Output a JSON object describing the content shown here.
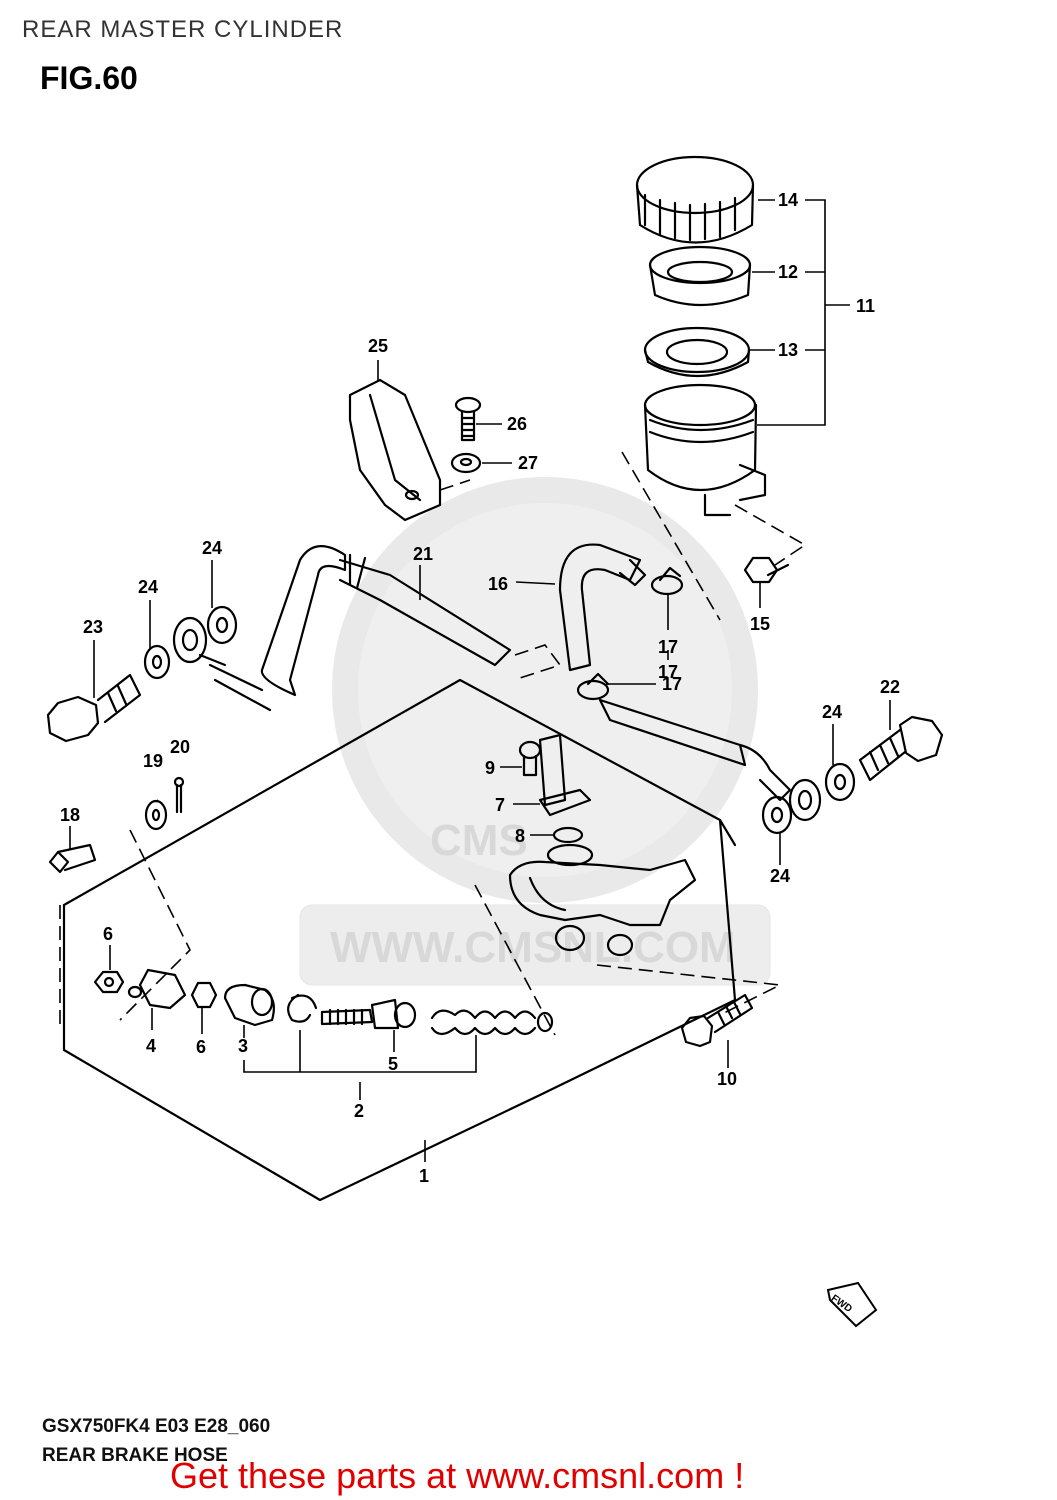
{
  "page": {
    "header": "REAR MASTER CYLINDER",
    "figure": "FIG.60",
    "footer_code": "GSX750FK4 E03 E28_060",
    "footer_section": "REAR BRAKE  HOSE",
    "promo": "Get these parts at www.cmsnl.com !",
    "promo_color": "#e00000",
    "watermark": "WWW.CMSNL.COM",
    "watermark_logo": "CMS",
    "fwd_marker": "FWD"
  },
  "callouts": [
    {
      "id": "c14",
      "label": "14"
    },
    {
      "id": "c12",
      "label": "12"
    },
    {
      "id": "c11",
      "label": "11"
    },
    {
      "id": "c13",
      "label": "13"
    },
    {
      "id": "c25",
      "label": "25"
    },
    {
      "id": "c26",
      "label": "26"
    },
    {
      "id": "c27",
      "label": "27"
    },
    {
      "id": "c24a",
      "label": "24"
    },
    {
      "id": "c21",
      "label": "21"
    },
    {
      "id": "c16",
      "label": "16"
    },
    {
      "id": "c15",
      "label": "15"
    },
    {
      "id": "c24b",
      "label": "24"
    },
    {
      "id": "c23",
      "label": "23"
    },
    {
      "id": "c17a",
      "label": "17"
    },
    {
      "id": "c17b",
      "label": "17"
    },
    {
      "id": "c17c",
      "label": "17"
    },
    {
      "id": "c22",
      "label": "22"
    },
    {
      "id": "c24c",
      "label": "24"
    },
    {
      "id": "c20",
      "label": "20"
    },
    {
      "id": "c19",
      "label": "19"
    },
    {
      "id": "c9",
      "label": "9"
    },
    {
      "id": "c18",
      "label": "18"
    },
    {
      "id": "c7",
      "label": "7"
    },
    {
      "id": "c8",
      "label": "8"
    },
    {
      "id": "c24d",
      "label": "24"
    },
    {
      "id": "c6a",
      "label": "6"
    },
    {
      "id": "c4",
      "label": "4"
    },
    {
      "id": "c6b",
      "label": "6"
    },
    {
      "id": "c3",
      "label": "3"
    },
    {
      "id": "c5",
      "label": "5"
    },
    {
      "id": "c10",
      "label": "10"
    },
    {
      "id": "c2",
      "label": "2"
    },
    {
      "id": "c1",
      "label": "1"
    }
  ]
}
